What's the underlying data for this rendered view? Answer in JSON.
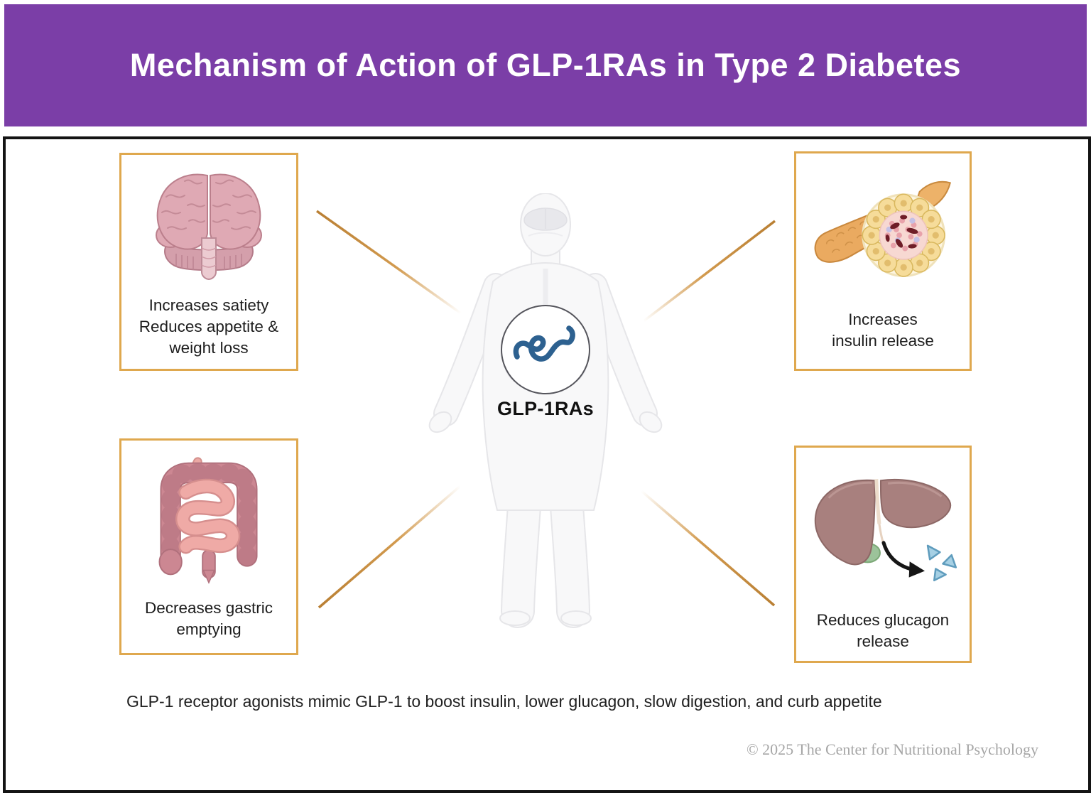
{
  "header": {
    "title": "Mechanism of Action of GLP-1RAs in Type 2 Diabetes"
  },
  "center": {
    "label": "GLP-1RAs",
    "icon": "glp1-molecule-icon"
  },
  "boxes": [
    {
      "organ": "brain",
      "icon": "brain-illustration",
      "lines": [
        "Increases satiety",
        "Reduces appetite &",
        "weight loss"
      ]
    },
    {
      "organ": "pancreas",
      "icon": "pancreas-illustration",
      "lines": [
        "Increases",
        "insulin release"
      ]
    },
    {
      "organ": "intestine",
      "icon": "intestine-illustration",
      "lines": [
        "Decreases gastric",
        "emptying"
      ]
    },
    {
      "organ": "liver",
      "icon": "liver-illustration",
      "lines": [
        "Reduces glucagon",
        "release"
      ]
    }
  ],
  "footer": {
    "caption": "GLP-1 receptor agonists mimic GLP-1 to boost insulin, lower glucagon, slow digestion, and curb appetite",
    "copyright": "© 2025 The Center for Nutritional Psychology"
  },
  "colors": {
    "header_bg": "#7b3ea7",
    "title_text": "#ffffff",
    "frame_border": "#141414",
    "box_border": "#dfa84e",
    "connector": "#c8883c",
    "molecule": "#2d6190"
  }
}
